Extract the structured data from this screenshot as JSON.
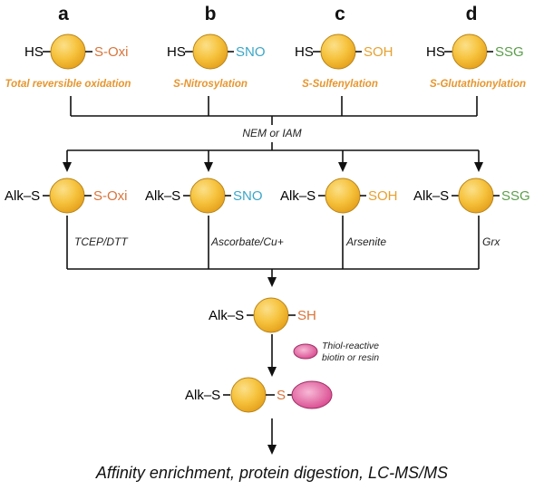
{
  "colors": {
    "ball_light": "#fbe089",
    "ball_mid": "#f6c33e",
    "ball_dark": "#e6a21d",
    "ball_edge": "#b8841c",
    "probe_light": "#f7b9d6",
    "probe_dark": "#d9488f",
    "line": "#111111",
    "mod_label": "#e6962e",
    "oxi": "#d9743a",
    "sno": "#3aa6c8",
    "soh": "#e6a12e",
    "ssg": "#5a9e4a",
    "sh": "#d9743a"
  },
  "columns": [
    {
      "letter": "a",
      "left": "HS",
      "right": "S-Oxi",
      "color": "oxi",
      "label": "Total reversible oxidation",
      "alk_left": "Alk–S",
      "reagent": "TCEP/DTT"
    },
    {
      "letter": "b",
      "left": "HS",
      "right": "SNO",
      "color": "sno",
      "label": "S-Nitrosylation",
      "alk_left": "Alk–S",
      "reagent": "Ascorbate/Cu+"
    },
    {
      "letter": "c",
      "left": "HS",
      "right": "SOH",
      "color": "soh",
      "label": "S-Sulfenylation",
      "alk_left": "Alk–S",
      "reagent": "Arsenite"
    },
    {
      "letter": "d",
      "left": "HS",
      "right": "SSG",
      "color": "ssg",
      "label": "S-Glutathionylation",
      "alk_left": "Alk–S",
      "reagent": "Grx"
    }
  ],
  "block_reagent": "NEM or IAM",
  "reduced": {
    "left": "Alk–S",
    "right": "SH"
  },
  "probe": {
    "line1": "Thiol-reactive",
    "line2": "biotin or resin"
  },
  "labeled": {
    "left": "Alk–S",
    "linker": "S"
  },
  "final_step": "Affinity enrichment, protein digestion, LC-MS/MS"
}
